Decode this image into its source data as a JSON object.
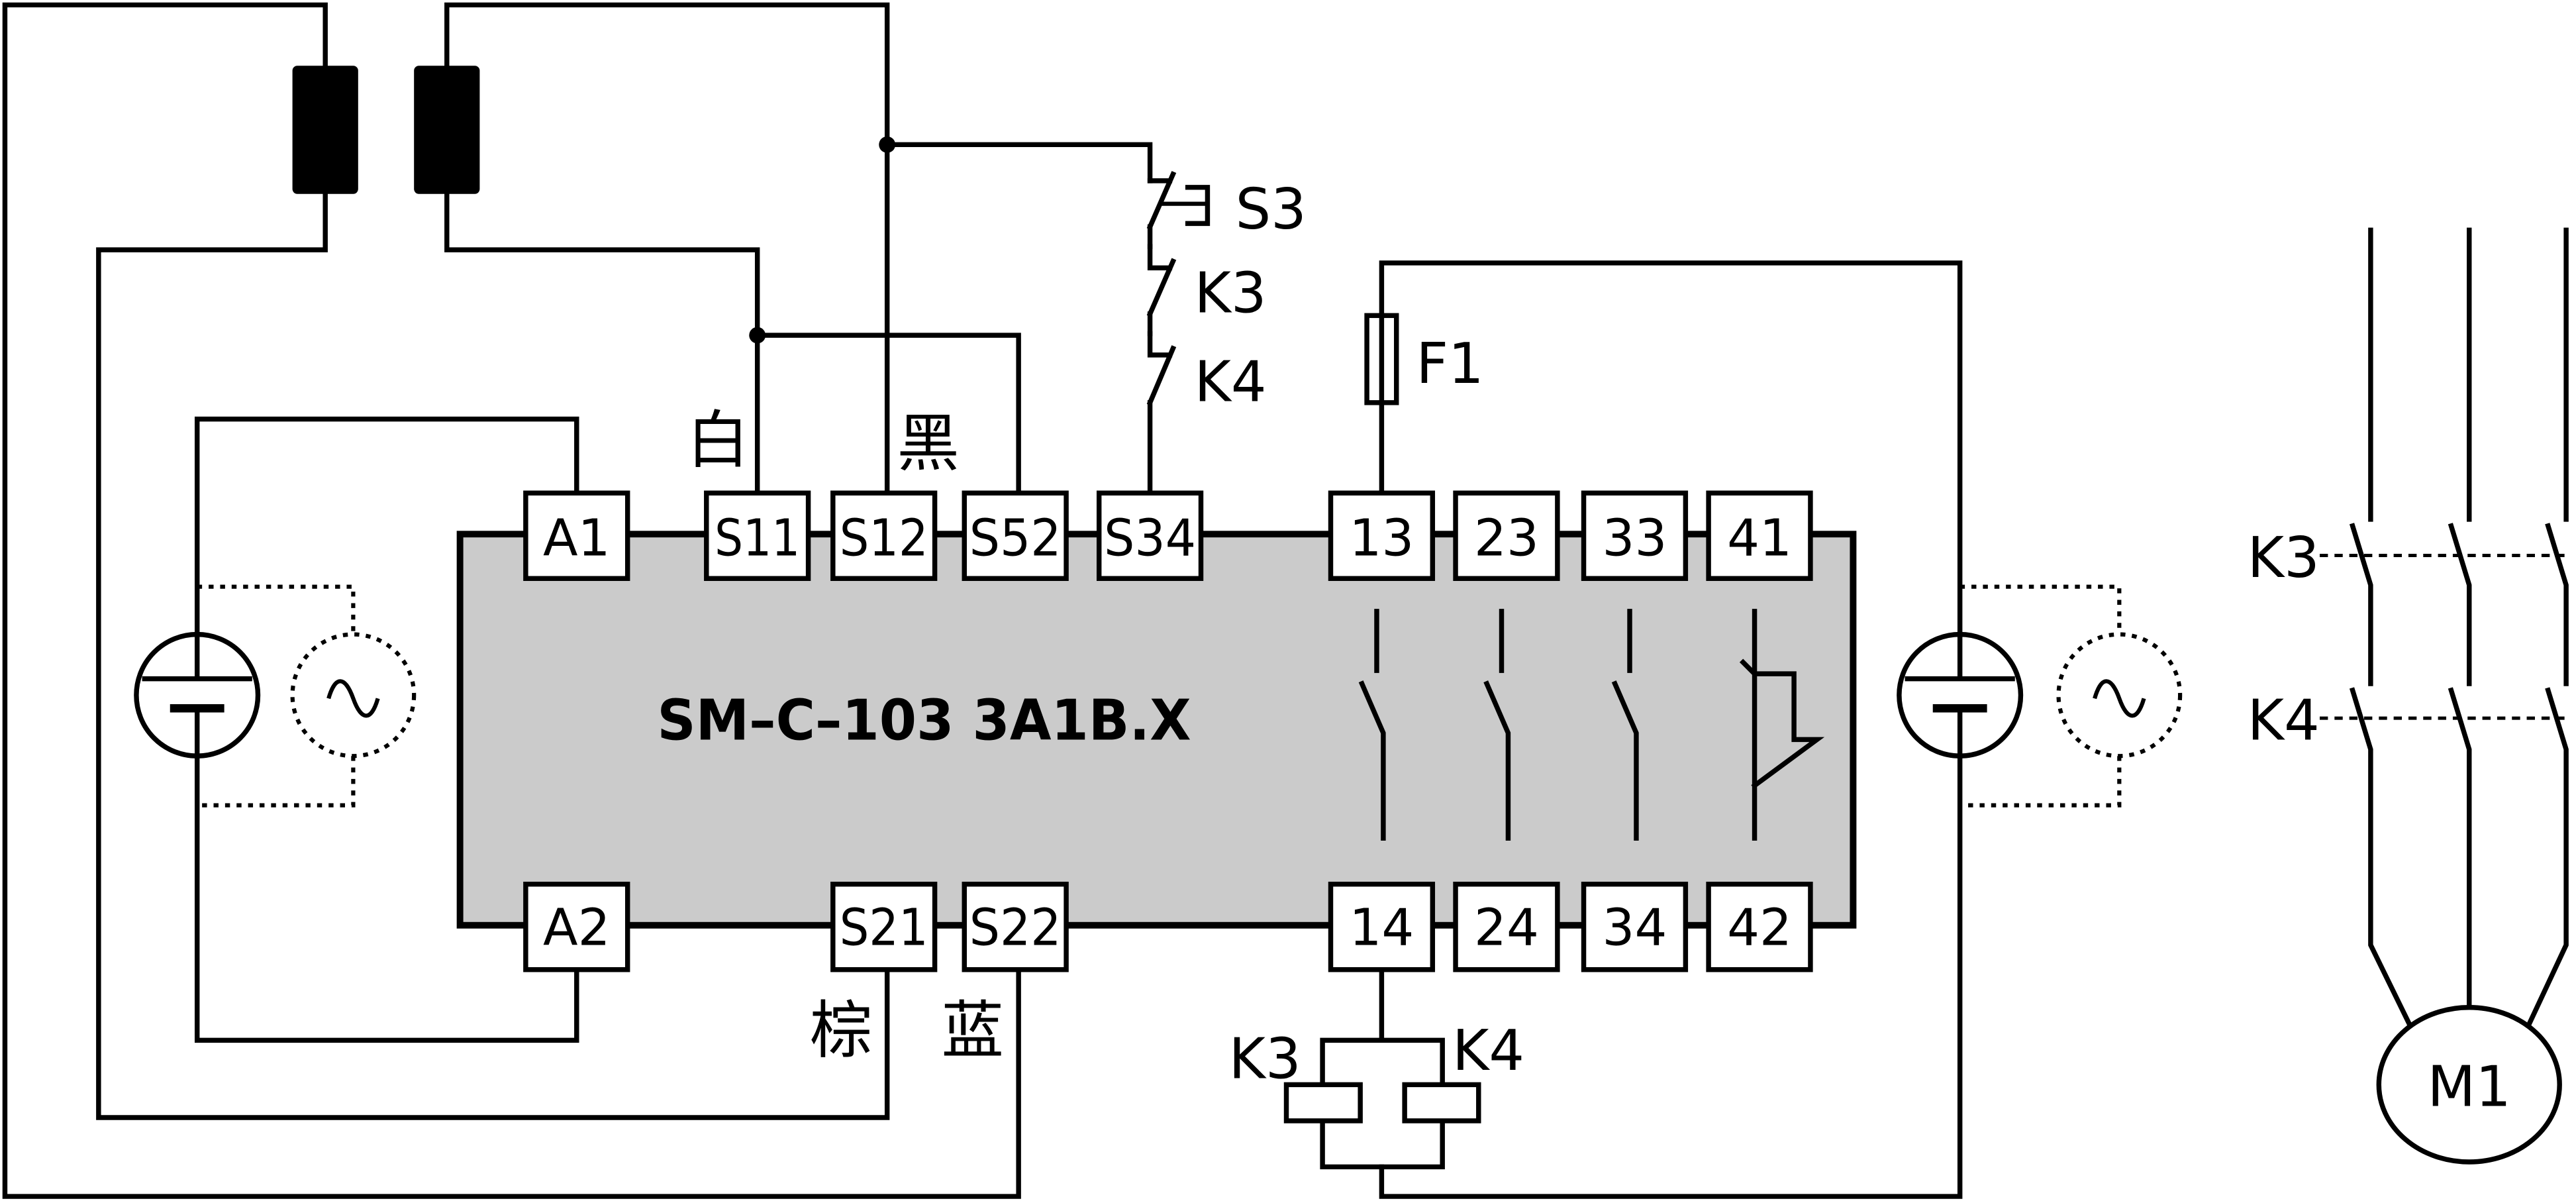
{
  "colors": {
    "line": "#000000",
    "module_fill": "#cbcbcb",
    "terminal_fill": "#ffffff"
  },
  "module": {
    "label": "SM–C–103 3A1B.X"
  },
  "terminals": {
    "top": [
      "A1",
      "S11",
      "S12",
      "S52",
      "S34",
      "13",
      "23",
      "33",
      "41"
    ],
    "bottom": [
      "A2",
      "S21",
      "S22",
      "14",
      "24",
      "34",
      "42"
    ]
  },
  "wire_labels": {
    "s11": "白",
    "s12": "黑",
    "s21": "棕",
    "s22": "蓝"
  },
  "control_circuit": {
    "s3": "S3",
    "k3": "K3",
    "k4": "K4"
  },
  "fuse": {
    "label": "F1"
  },
  "coils": {
    "k3": "K3",
    "k4": "K4"
  },
  "motor_circuit": {
    "k3": "K3",
    "k4": "K4",
    "motor": "M1"
  }
}
